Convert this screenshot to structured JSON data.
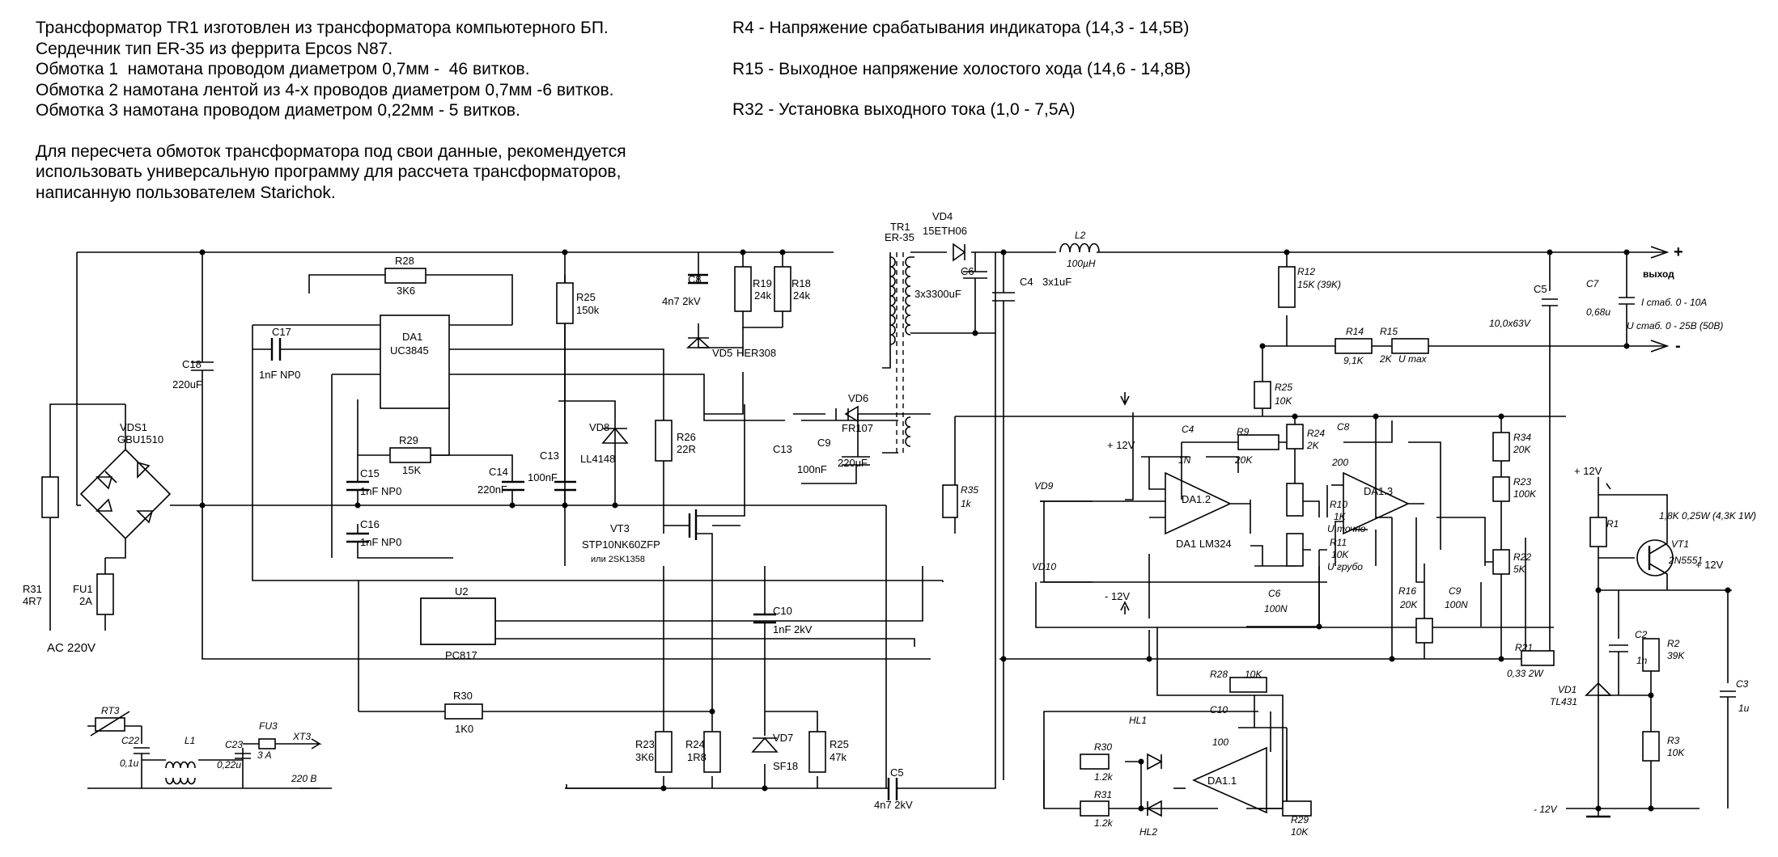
{
  "notes": {
    "left": [
      "Трансформатор TR1 изготовлен из трансформатора компьютерного БП.",
      "Сердечник тип ER-35 из феррита Epcos N87.",
      "Обмотка 1  намотана проводом диаметром 0,7мм -  46 витков.",
      "Обмотка 2 намотана лентой из 4-х проводов диаметром 0,7мм -6 витков.",
      "Обмотка 3 намотана проводом диаметром 0,22мм - 5 витков.",
      "",
      "Для пересчета обмоток трансформатора под свои данные, рекомендуется",
      "использовать универсальную программу для рассчета трансформаторов,",
      "написанную пользователем Starichok."
    ],
    "right": [
      "R4 - Напряжение срабатывания индикатора (14,3 - 14,5В)",
      "",
      "R15 - Выходное напряжение холостого хода (14,6 - 14,8В)",
      "",
      "R32 - Установка выходного тока (1,0 - 7,5А)"
    ]
  },
  "labels": {
    "r31": "R31",
    "r31v": "4R7",
    "fu1": "FU1",
    "fu1v": "2A",
    "ac": "AC 220V",
    "vds1": "VDS1",
    "vds1v": "GBU1510",
    "c18": "C18",
    "c18v": "220uF",
    "r28": "R28",
    "r28v": "3K6",
    "c17": "C17",
    "c17v": "1nF NP0",
    "da1": "DA1",
    "uc": "UC3845",
    "r29": "R29",
    "r29v": "15K",
    "c15": "C15",
    "c15v": "1nF NP0",
    "c16": "C16",
    "c16v": "1nF NP0",
    "c14": "C14",
    "c14v": "220nF",
    "c13a": "C13",
    "c13av": "100nF",
    "vd8": "VD8",
    "vd8v": "LL4148",
    "r25a": "R25",
    "r25av": "150k",
    "r26": "R26",
    "r26v": "22R",
    "vt3": "VT3",
    "vt3v": "STP10NK60ZFP",
    "vt3alt": "или 2SK1358",
    "u2": "U2",
    "u2v": "PC817",
    "r30a": "R30",
    "r30av": "1K0",
    "c10a": "C10",
    "c10av": "1nF 2kV",
    "vd7": "VD7",
    "vd7v": "SF18",
    "r23a": "R23",
    "r23av": "3K6",
    "r24a": "R24",
    "r24av": "1R8",
    "r25b": "R25",
    "r25bv": "47k",
    "c5a": "C5",
    "c5av": "4n7 2kV",
    "c8a": "C8",
    "c8av": "4n7 2kV",
    "r19": "R19",
    "r19v": "24k",
    "r18": "R18",
    "r18v": "24k",
    "vd5": "VD5",
    "vd5v": "HER308",
    "tr1": "TR1",
    "tr1v": "ER-35",
    "vd4": "VD4",
    "vd4v": "15ETH06",
    "c6a": "C6",
    "c6av": "3x3300uF",
    "c4a": "C4",
    "c4av": "3x1uF",
    "l2": "L2",
    "l2v": "100µH",
    "vd6": "VD6",
    "vd6v": "FR107",
    "c13b": "C13",
    "c13bv": "100nF",
    "c9a": "C9",
    "c9av": "220uF",
    "r35": "R35",
    "r35v": "1k",
    "plus": "+",
    "minus": "-",
    "vyhod": "выход",
    "r12": "R12",
    "r12v": "15K (39K)",
    "c5b": "C5",
    "c5bv": "10,0x63V",
    "c7": "C7",
    "c7v": "0,68u",
    "istab": "I стаб. 0 - 10A",
    "ustab": "U стаб. 0 - 25B (50B)",
    "r14": "R14",
    "r14v": "9,1K",
    "r15": "R15",
    "r15v": "2K",
    "umax": "U max",
    "r25c": "R25",
    "r25cv": "10K",
    "p12a": "+ 12V",
    "c4b": "C4",
    "c4bv": "1N",
    "r9": "R9",
    "r9v": "20K",
    "r24b": "R24",
    "r24bv": "2K",
    "c8b": "C8",
    "c8bv": "200",
    "da12": "DA1.2",
    "da1lm": "DA1 LM324",
    "da13": "DA1.3",
    "r10": "R10",
    "r10v": "1K",
    "utoch": "U точно",
    "r11": "R11",
    "r11v": "10K",
    "ugrub": "U грубо",
    "r34": "R34",
    "r34v": "20K",
    "r23b": "R23",
    "r23bv": "100K",
    "r22": "R22",
    "r22v": "5K",
    "r16": "R16",
    "r16v": "20K",
    "c9b": "C9",
    "c9bv": "100N",
    "c6b": "C6",
    "c6bv": "100N",
    "vd9": "VD9",
    "vd10": "VD10",
    "m12a": "- 12V",
    "r21": "R21",
    "r21v": "0,33 2W",
    "r28b": "R28",
    "r28bv": "10K",
    "c10b": "C10",
    "c10bv": "100",
    "hl1": "HL1",
    "hl2": "HL2",
    "r30b": "R30",
    "r30bv": "1.2k",
    "r31b": "R31",
    "r31bv": "1.2k",
    "da11": "DA1.1",
    "r29b": "R29",
    "r29bv": "10K",
    "p12b": "+ 12V",
    "r1": "R1",
    "vt1": "VT1",
    "vt1v": "2N5551",
    "vt1n": "1,8K 0,25W (4,3K 1W)",
    "p12c": "+ 12V",
    "c2": "C2",
    "c2v": "1n",
    "r2": "R2",
    "r2v": "39K",
    "vd1": "VD1",
    "vd1v": "TL431",
    "r3": "R3",
    "r3v": "10K",
    "c3": "C3",
    "c3v": "1u",
    "m12b": "- 12V",
    "rt3": "RT3",
    "c22": "C22",
    "c22v": "0,1u",
    "l1": "L1",
    "c23": "C23",
    "c23v": "0,22u",
    "fu3": "FU3",
    "fu3v": "3 A",
    "xt3": "XT3",
    "xt3v": "220 B"
  }
}
